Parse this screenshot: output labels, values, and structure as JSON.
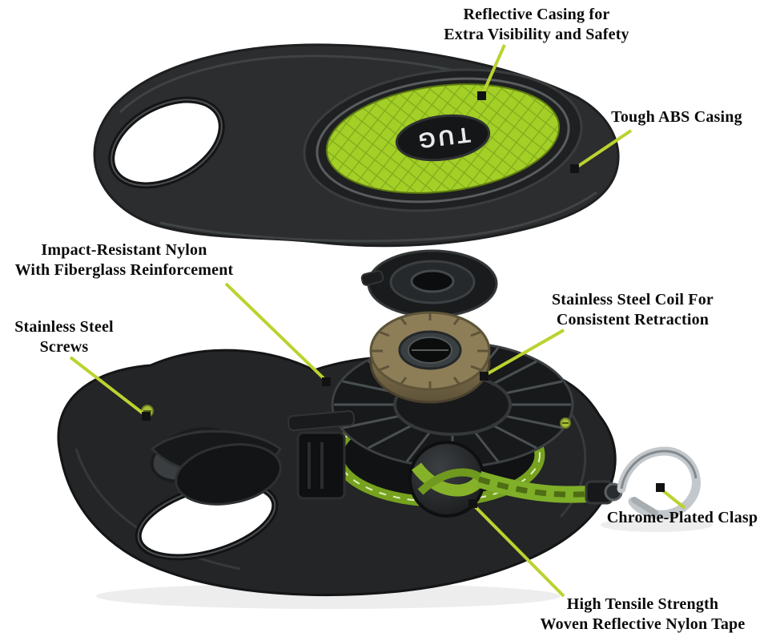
{
  "meta": {
    "background_color": "#ffffff",
    "callout_line_color": "#bcd22f",
    "marker_color": "#121212",
    "reflective_panel_color": "#a3cf27",
    "tape_color": "#7fae28"
  },
  "brand": {
    "logo_text": "TUG"
  },
  "callouts": [
    {
      "id": "reflective-casing",
      "lines": [
        "Reflective Casing for",
        "Extra Visibility and Safety"
      ]
    },
    {
      "id": "tough-abs-casing",
      "lines": [
        "Tough ABS Casing"
      ]
    },
    {
      "id": "impact-nylon",
      "lines": [
        "Impact-Resistant Nylon",
        "With Fiberglass Reinforcement"
      ]
    },
    {
      "id": "stainless-screws",
      "lines": [
        "Stainless Steel",
        "Screws"
      ]
    },
    {
      "id": "stainless-coil",
      "lines": [
        "Stainless Steel Coil For",
        "Consistent Retraction"
      ]
    },
    {
      "id": "chrome-clasp",
      "lines": [
        "Chrome-Plated Clasp"
      ]
    },
    {
      "id": "nylon-tape",
      "lines": [
        "High Tensile Strength",
        "Woven Reflective Nylon Tape"
      ]
    }
  ]
}
